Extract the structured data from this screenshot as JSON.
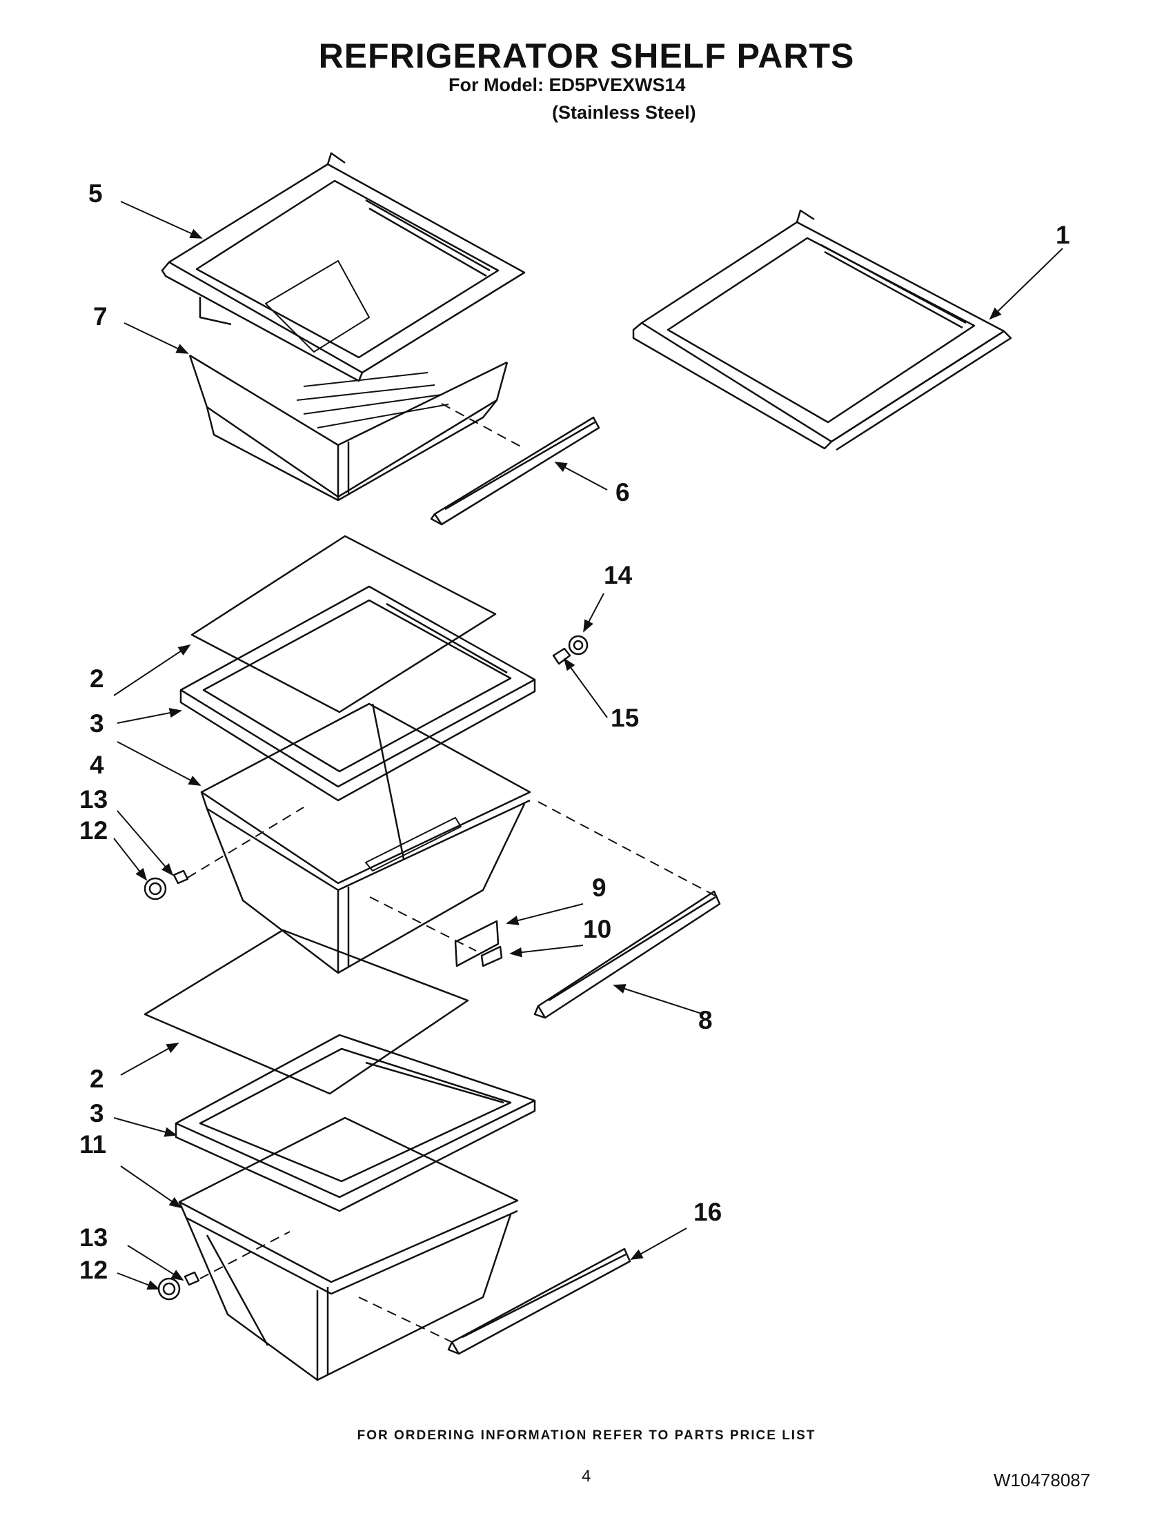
{
  "header": {
    "title": "REFRIGERATOR SHELF PARTS",
    "model_line": "For Model: ED5PVEXWS14",
    "color_line": "(Stainless Steel)"
  },
  "callouts": [
    "1",
    "2",
    "3",
    "4",
    "5",
    "6",
    "7",
    "8",
    "9",
    "10",
    "11",
    "12",
    "13",
    "14",
    "15",
    "16"
  ],
  "labels": {
    "n1": "1",
    "n2a": "2",
    "n2b": "2",
    "n3a": "3",
    "n3b": "3",
    "n4": "4",
    "n5": "5",
    "n6": "6",
    "n7": "7",
    "n8": "8",
    "n9": "9",
    "n10": "10",
    "n11": "11",
    "n12a": "12",
    "n12b": "12",
    "n13a": "13",
    "n13b": "13",
    "n14": "14",
    "n15": "15",
    "n16": "16"
  },
  "footer": {
    "ordering_note": "FOR ORDERING INFORMATION REFER TO PARTS PRICE LIST",
    "page_number": "4",
    "document_number": "W10478087"
  },
  "colors": {
    "ink": "#111111",
    "background": "#ffffff"
  }
}
